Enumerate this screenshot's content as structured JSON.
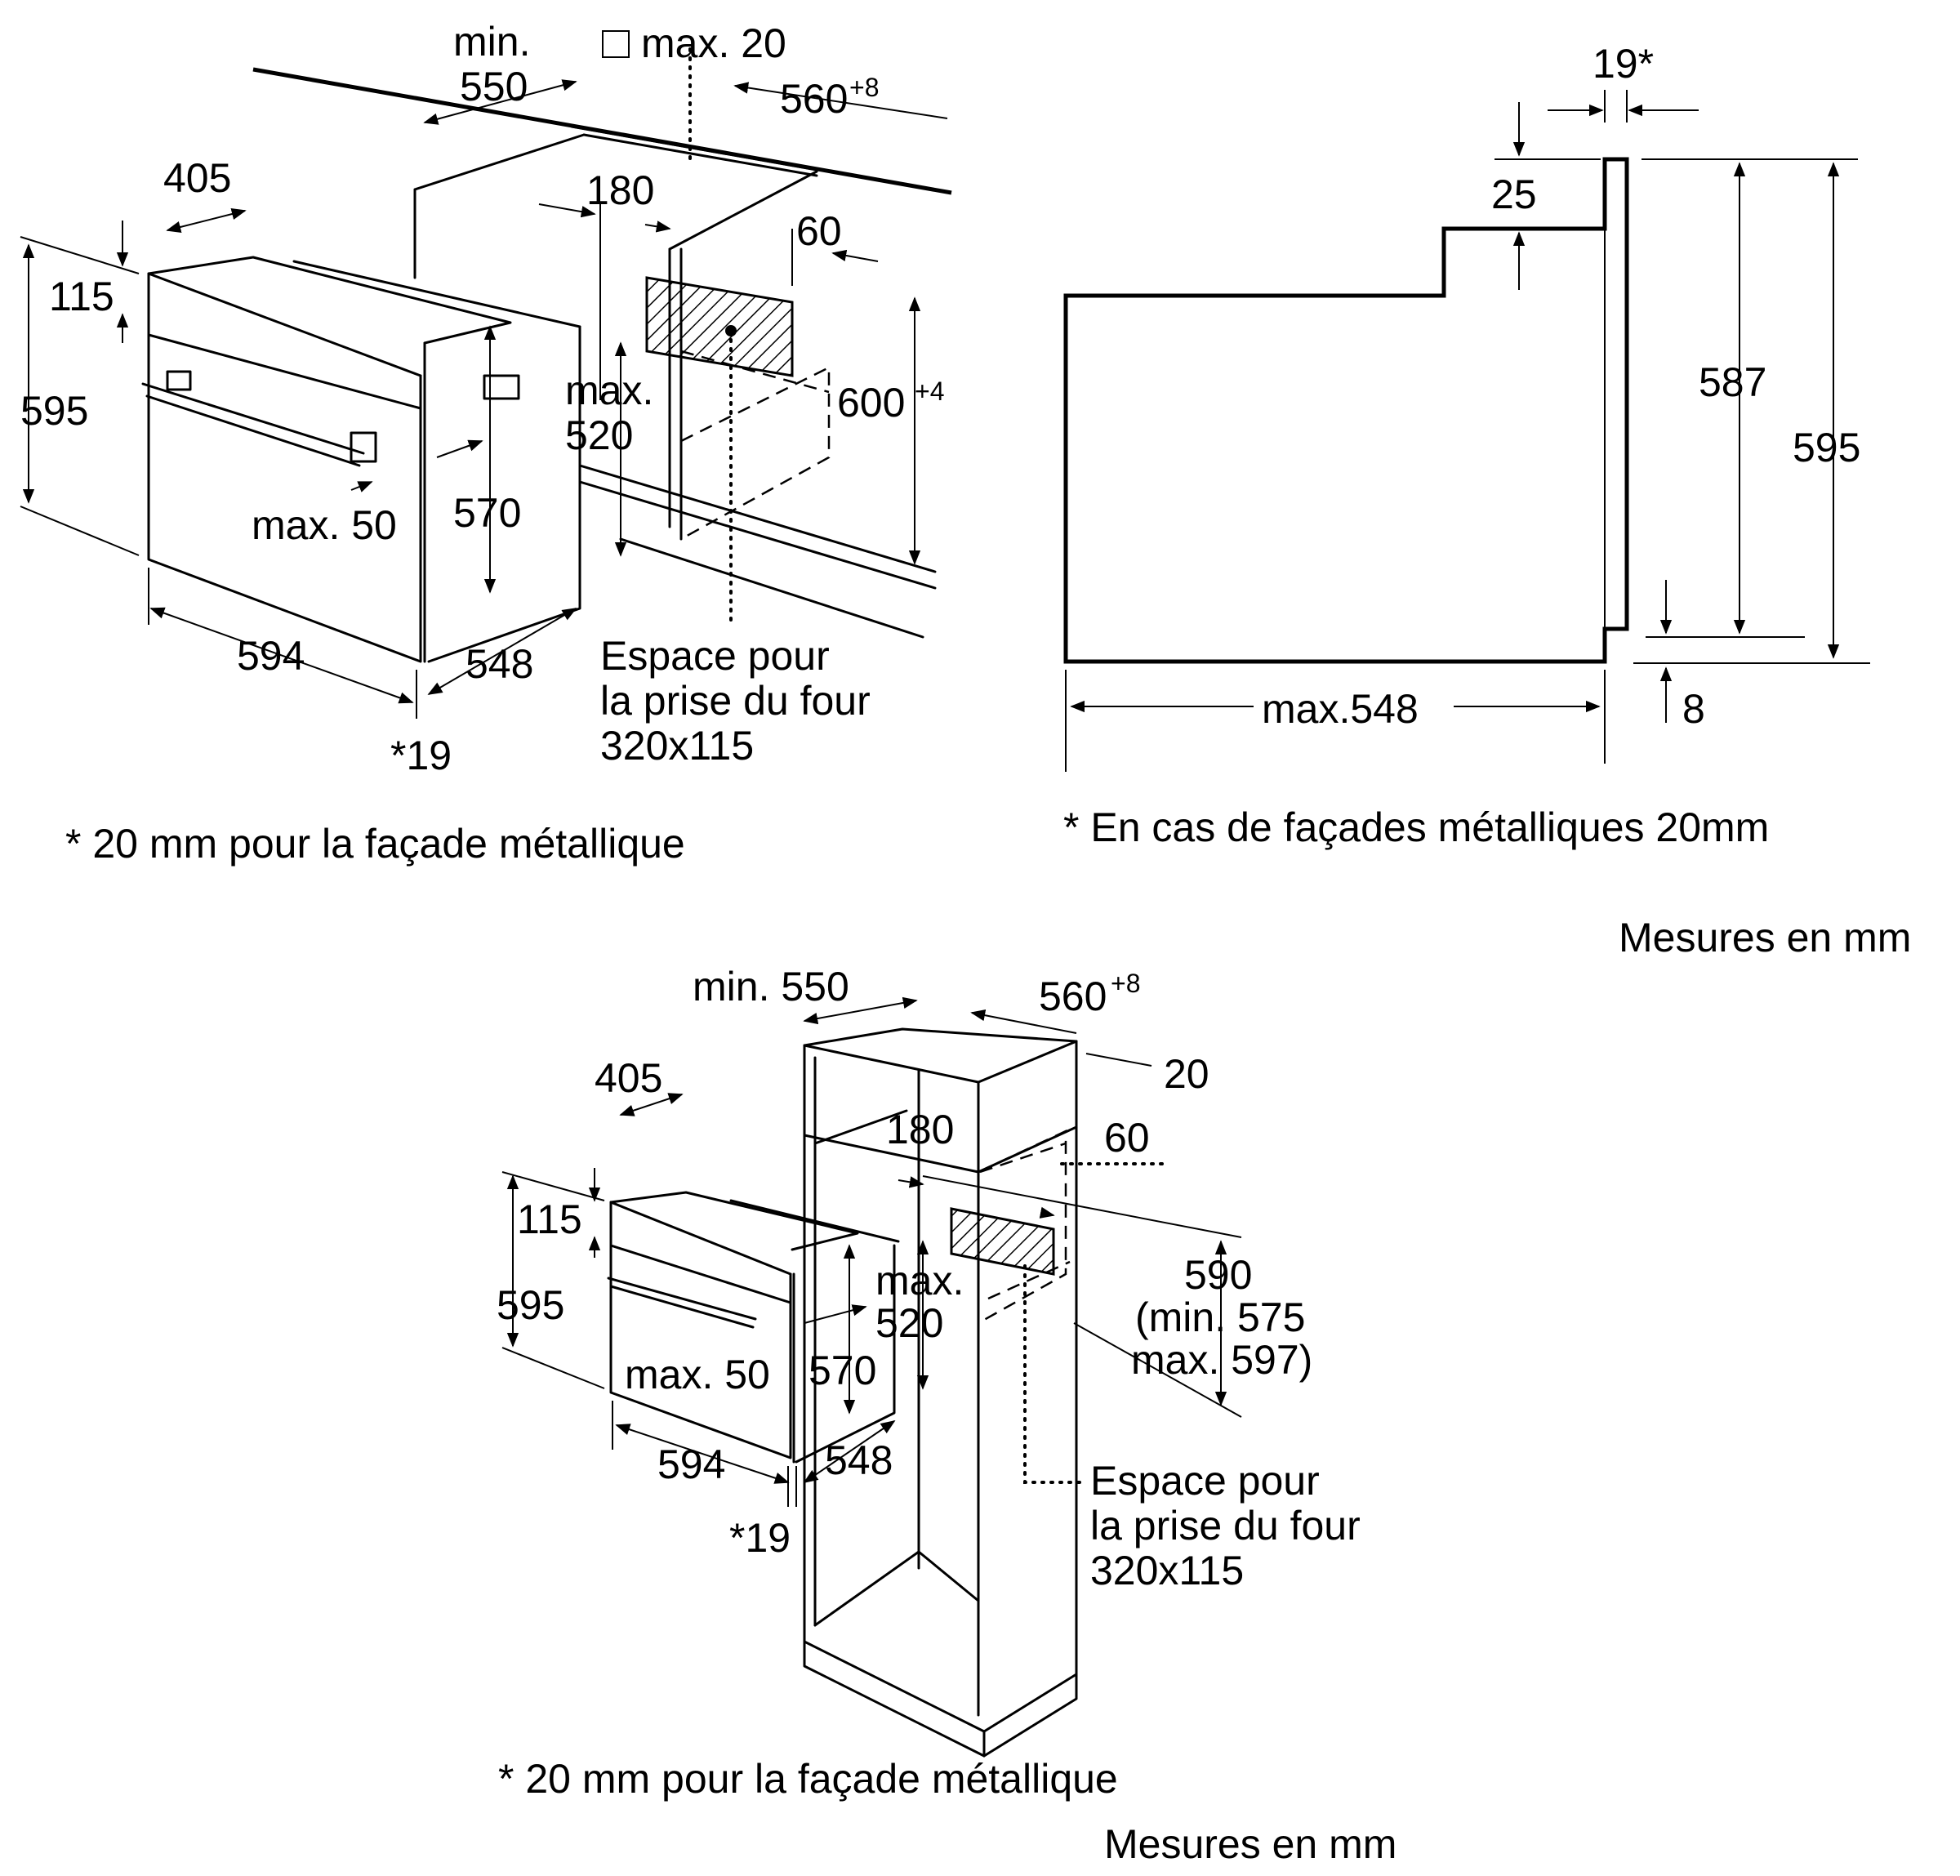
{
  "diagram_top_left": {
    "min_label": "min.",
    "min_value": "550",
    "max_top": "max. 20",
    "width_opening": "560",
    "width_opening_tol": "+8",
    "handle_offset": "405",
    "depth_180": "180",
    "depth_60": "60",
    "top_gap": "115",
    "height_595": "595",
    "max_label": "max.",
    "max_520": "520",
    "height_opening": "600",
    "height_opening_tol": "+4",
    "max_50": "max. 50",
    "height_570": "570",
    "width_594": "594",
    "depth_548": "548",
    "front_19": "*19",
    "socket_line1": "Espace pour",
    "socket_line2": "la prise du four",
    "socket_line3": "320x115",
    "footnote": "* 20 mm pour la façade métallique"
  },
  "diagram_side": {
    "front_thickness": "19*",
    "top_step": "25",
    "height_587": "587",
    "height_595": "595",
    "depth_max": "max.548",
    "bottom_8": "8",
    "footnote": "* En cas de façades métalliques 20mm",
    "units": "Mesures en mm"
  },
  "diagram_bottom": {
    "min_550": "min. 550",
    "width_opening": "560",
    "width_opening_tol": "+8",
    "side_20": "20",
    "handle_offset": "405",
    "depth_180": "180",
    "depth_60": "60",
    "top_gap": "115",
    "height_595": "595",
    "max_label": "max.",
    "max_520": "520",
    "height_590": "590",
    "height_590_min": "(min. 575",
    "height_590_max": "max. 597)",
    "max_50": "max. 50",
    "height_570": "570",
    "width_594": "594",
    "depth_548": "548",
    "front_19": "*19",
    "socket_line1": "Espace pour",
    "socket_line2": "la prise du four",
    "socket_line3": "320x115",
    "footnote": "* 20 mm pour la façade métallique",
    "units": "Mesures en mm"
  }
}
